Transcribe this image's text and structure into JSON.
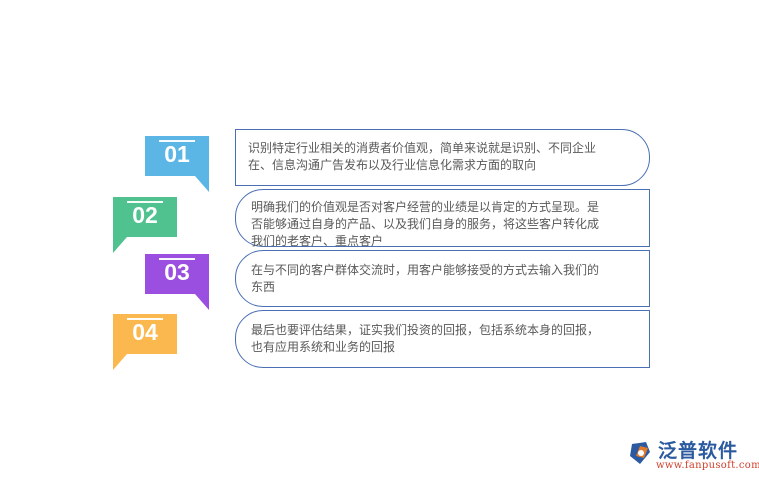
{
  "items": [
    {
      "num": "01",
      "color": "#5bb6e6",
      "text_lines": [
        "识别特定行业相关的消费者价值观，简单来说就是识别、不同企业",
        "在、信息沟通广告发布以及行业信息化需求方面的取向"
      ]
    },
    {
      "num": "02",
      "color": "#4fc28f",
      "text_lines": [
        "明确我们的价值观是否对客户经营的业绩是以肯定的方式呈现。是",
        "否能够通过自身的产品、以及我们自身的服务，将这些客户转化成",
        "我们的老客户、重点客户"
      ]
    },
    {
      "num": "03",
      "color": "#9a4fe0",
      "text_lines": [
        "在与不同的客户群体交流时，用客户能够接受的方式去输入我们的",
        "东西"
      ]
    },
    {
      "num": "04",
      "color": "#fbb84f",
      "text_lines": [
        "最后也要评估结果，证实我们投资的回报，包括系统本身的回报，",
        "也有应用系统和业务的回报"
      ]
    }
  ],
  "logo": {
    "name": "泛普软件",
    "url": "www.fanpusoft.com",
    "icon": "fanpu-logo-icon"
  }
}
